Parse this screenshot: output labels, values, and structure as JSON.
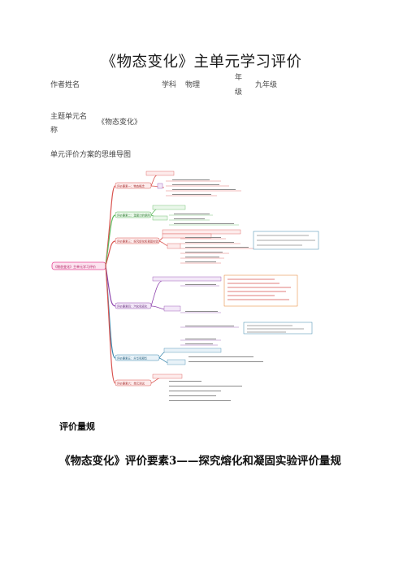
{
  "doc": {
    "title": "《物态变化》主单元学习评价",
    "info": {
      "author_label": "作者姓名",
      "subject_label": "学科",
      "subject_value": "物理",
      "grade_label_1": "年",
      "grade_label_2": "级",
      "grade_value": "九年级",
      "unit_label_1": "主题单元名",
      "unit_label_2": "称",
      "unit_value": "《物态变化》"
    },
    "mindmap_caption": "单元评价方案的思维导图",
    "section_heading": "评价量规",
    "rubric_title": "《物态变化》评价要素3——探究熔化和凝固实验评价量规"
  },
  "mindmap": {
    "central_label": "《物态变化》主单元学习评价",
    "branches": [
      {
        "label": "评价要素一：物态概念",
        "color": "#d9534f"
      },
      {
        "label": "评价要素二：温度计的使用",
        "color": "#5cb85c"
      },
      {
        "label": "评价要素三：探究熔化和凝固实验",
        "color": "#d9534f"
      },
      {
        "label": "评价要素四：汽化和液化",
        "color": "#8e44ad"
      },
      {
        "label": "评价要素五：升华和凝华",
        "color": "#3a87ad"
      },
      {
        "label": "评价要素六：单元测试",
        "color": "#d9534f"
      }
    ]
  },
  "colors": {
    "red": "#d9534f",
    "green": "#5cb85c",
    "purple": "#8e44ad",
    "blue": "#3a87ad",
    "orange": "#e67e22",
    "center": "#e84393"
  }
}
